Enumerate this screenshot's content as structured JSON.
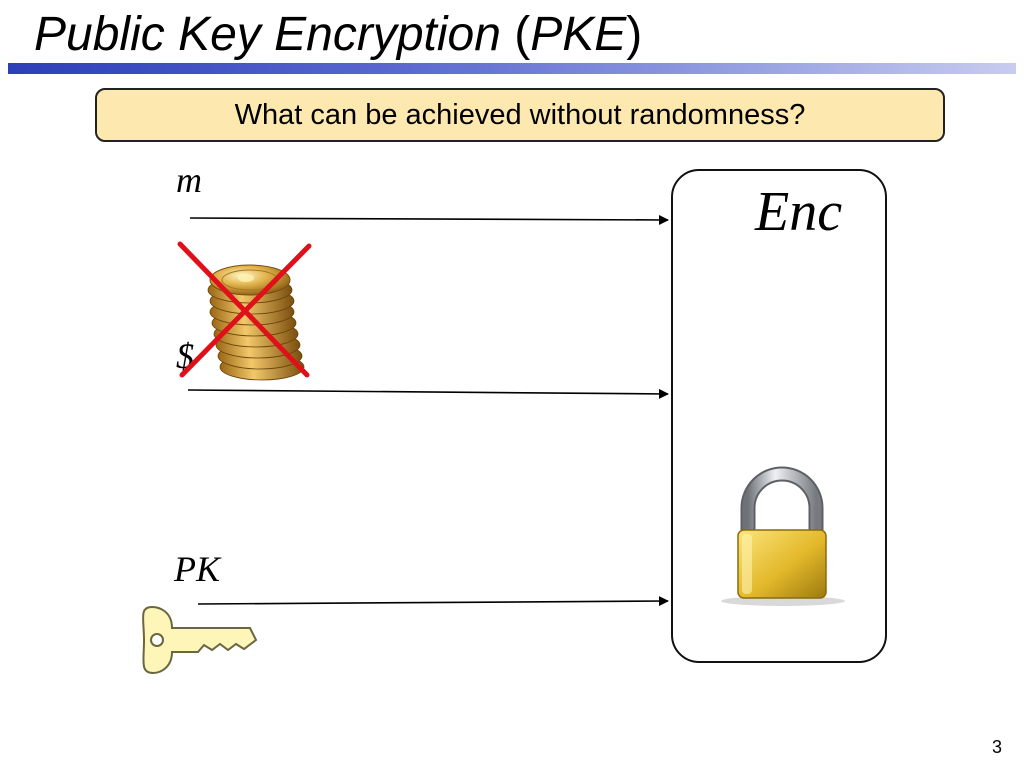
{
  "slide": {
    "title_main": "Public Key Encryption",
    "title_open": "(",
    "title_abbr": "PKE",
    "title_close": ")",
    "banner": "What can be achieved without randomness?",
    "page_number": "3"
  },
  "diagram": {
    "box_label": "Enc",
    "inputs": [
      {
        "label": "m"
      },
      {
        "label": "$"
      },
      {
        "label": "PK"
      }
    ],
    "icons": [
      "coin-stack-icon",
      "red-x-icon",
      "padlock-icon",
      "key-icon"
    ]
  },
  "colors": {
    "title_rule": "#2b3fb8",
    "banner_fill": "#fde9b0",
    "cross": "#e0101a",
    "gold": "#d4a43a",
    "key_fill": "#fdf6b8"
  }
}
